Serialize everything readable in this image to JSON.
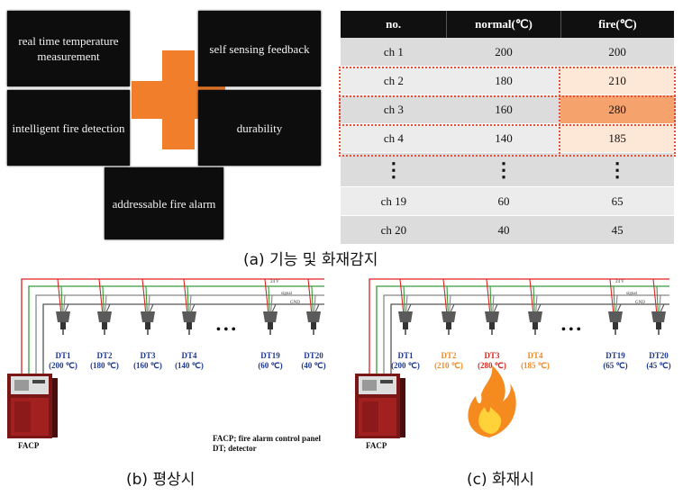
{
  "panel_a": {
    "features": [
      {
        "id": "realtime",
        "text": "real time temperature measurement"
      },
      {
        "id": "selfsense",
        "text": "self sensing feedback"
      },
      {
        "id": "intelligent",
        "text": "intelligent fire detection"
      },
      {
        "id": "durability",
        "text": "durability"
      },
      {
        "id": "addressable",
        "text": "addressable fire alarm"
      }
    ],
    "caption": "(a) 기능 및 화재감지"
  },
  "table": {
    "headers": [
      "no.",
      "normal(℃)",
      "fire(℃)"
    ],
    "rows": [
      [
        "ch 1",
        "200",
        "200"
      ],
      [
        "ch 2",
        "180",
        "210"
      ],
      [
        "ch 3",
        "160",
        "280"
      ],
      [
        "ch 4",
        "140",
        "185"
      ],
      [
        "⋮",
        "⋮",
        "⋮"
      ],
      [
        "ch 19",
        "60",
        "65"
      ],
      [
        "ch 20",
        "40",
        "45"
      ]
    ]
  },
  "panel_b": {
    "caption": "(b) 평상시",
    "detectors": [
      {
        "name": "DT1",
        "temp": "(200 ℃)",
        "color": "#1f3a8f"
      },
      {
        "name": "DT2",
        "temp": "(180 ℃)",
        "color": "#1f3a8f"
      },
      {
        "name": "DT3",
        "temp": "(160 ℃)",
        "color": "#1f3a8f"
      },
      {
        "name": "DT4",
        "temp": "(140 ℃)",
        "color": "#1f3a8f"
      },
      {
        "name": "DT19",
        "temp": "(60 ℃)",
        "color": "#1f3a8f"
      },
      {
        "name": "DT20",
        "temp": "(40 ℃)",
        "color": "#1f3a8f"
      }
    ],
    "facp_label": "FACP",
    "legend_line1": "FACP; fire alarm control panel",
    "legend_line2": "DT; detector",
    "ellipsis": "• • •",
    "wire_labels": [
      "24 V",
      "signal",
      "GND"
    ]
  },
  "panel_c": {
    "caption": "(c) 화재시",
    "detectors": [
      {
        "name": "DT1",
        "temp": "(200 ℃)",
        "color": "#1f3a8f"
      },
      {
        "name": "DT2",
        "temp": "(210 ℃)",
        "color": "#f08a24"
      },
      {
        "name": "DT3",
        "temp": "(280 ℃)",
        "color": "#d42a1f"
      },
      {
        "name": "DT4",
        "temp": "(185 ℃)",
        "color": "#f08a24"
      },
      {
        "name": "DT19",
        "temp": "(65 ℃)",
        "color": "#1f3a8f"
      },
      {
        "name": "DT20",
        "temp": "(45 ℃)",
        "color": "#1f3a8f"
      }
    ],
    "facp_label": "FACP",
    "ellipsis": "• • •",
    "wire_labels": [
      "24 V",
      "signal",
      "GND"
    ]
  },
  "colors": {
    "accent_orange": "#f07e2a",
    "wire_red": "#e02020",
    "wire_green": "#3a9a3a",
    "wire_gray": "#888888",
    "normal_blue": "#1f3a8f",
    "warn_orange": "#f08a24",
    "alarm_red": "#d42a1f"
  }
}
